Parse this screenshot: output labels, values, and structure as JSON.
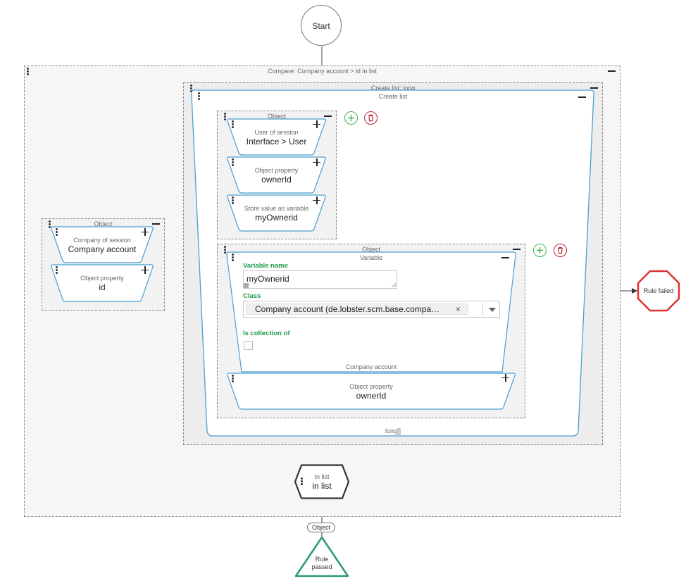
{
  "start": {
    "label": "Start"
  },
  "compare_box": {
    "title": "Compare: Company account > id in list"
  },
  "create_list_outer": {
    "title": "Create list: long"
  },
  "create_list_inner": {
    "title": "Create list",
    "footer": "long[]"
  },
  "left_object": {
    "title": "Object",
    "steps": [
      {
        "small": "Company of session",
        "big": "Company account"
      },
      {
        "small": "Object property",
        "big": "id"
      }
    ]
  },
  "top_object": {
    "title": "Object",
    "steps": [
      {
        "small": "User of session",
        "big": "Interface > User"
      },
      {
        "small": "Object property",
        "big": "ownerId"
      },
      {
        "small": "Store value as variable",
        "big": "myOwnerid"
      }
    ]
  },
  "lower_object": {
    "title": "Object",
    "variable": {
      "title": "Variable",
      "name_label": "Variable name",
      "name_value": "myOwnerid",
      "class_label": "Class",
      "class_value": "Company account (de.lobster.scm.base.compa…",
      "class_remove": "×",
      "collection_label": "Is collection of"
    },
    "company_account_label": "Company account",
    "property_step": {
      "small": "Object property",
      "big": "ownerId"
    }
  },
  "in_list": {
    "small": "In list",
    "big": "in list"
  },
  "object_tag": {
    "label": "Object"
  },
  "rule_passed": {
    "line1": "Rule",
    "line2": "passed"
  },
  "rule_failed": {
    "label": "Rule failed"
  },
  "colors": {
    "accent_blue": "#4a9fd0",
    "add_green": "#3cb34a",
    "delete_red": "#c0203c",
    "passed_green": "#2a9a6a",
    "failed_red": "#e03030",
    "label_green": "#1e9b4a"
  }
}
